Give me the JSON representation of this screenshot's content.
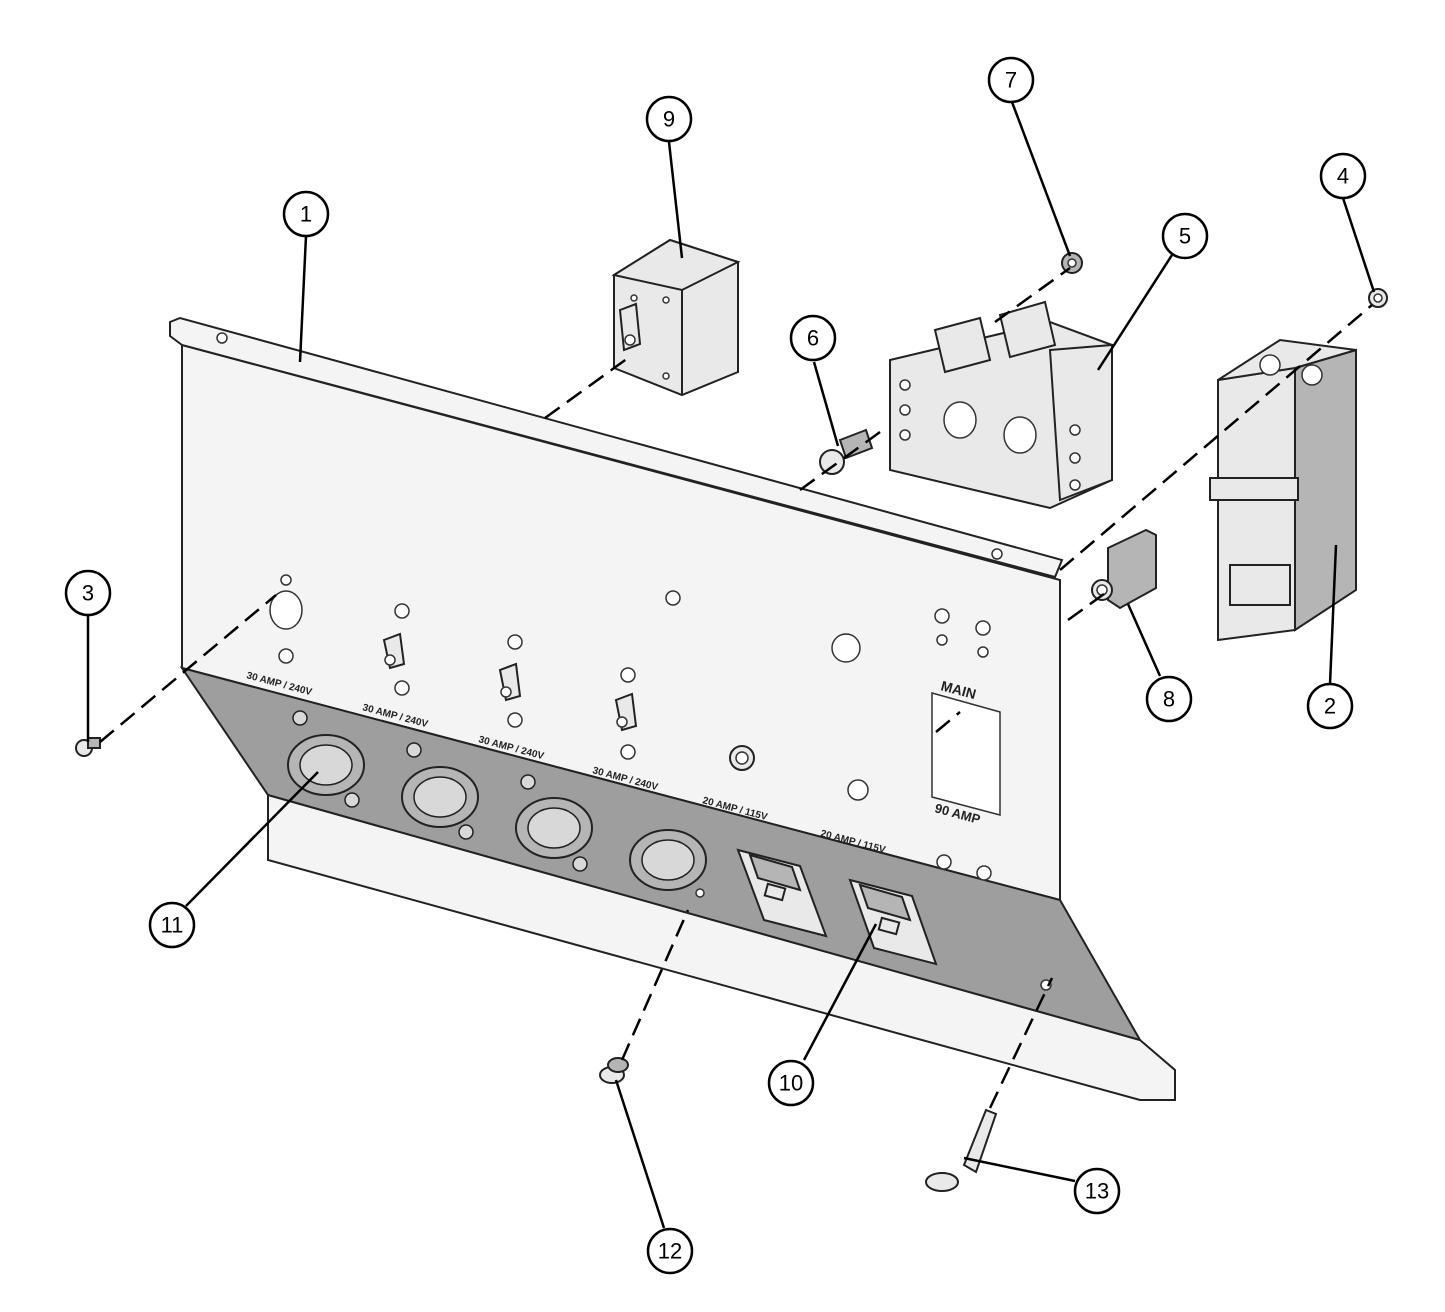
{
  "panel_labels": {
    "outlet_30a_1": "30 AMP / 240V",
    "outlet_30a_2": "30 AMP / 240V",
    "outlet_30a_3": "30 AMP / 240V",
    "outlet_30a_4": "30 AMP / 240V",
    "outlet_20a_1": "20 AMP / 115V",
    "outlet_20a_2": "20 AMP / 115V",
    "main_top": "MAIN",
    "main_bottom": "90 AMP"
  },
  "callouts": {
    "c1": "1",
    "c2": "2",
    "c3": "3",
    "c4": "4",
    "c5": "5",
    "c6": "6",
    "c7": "7",
    "c8": "8",
    "c9": "9",
    "c10": "10",
    "c11": "11",
    "c12": "12",
    "c13": "13"
  }
}
